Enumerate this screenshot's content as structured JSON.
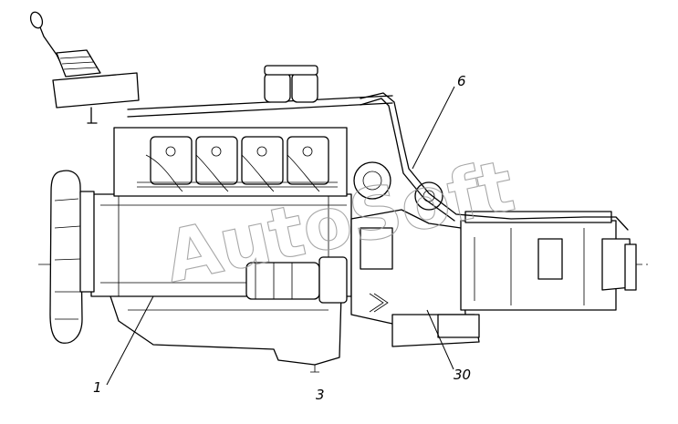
{
  "drawing": {
    "subject": "engine with gearbox, side view",
    "callouts": [
      {
        "id": "1",
        "label": "1"
      },
      {
        "id": "3",
        "label": "3"
      },
      {
        "id": "6",
        "label": "6"
      },
      {
        "id": "30",
        "label": "30"
      }
    ],
    "watermark": "AutoSoft"
  }
}
